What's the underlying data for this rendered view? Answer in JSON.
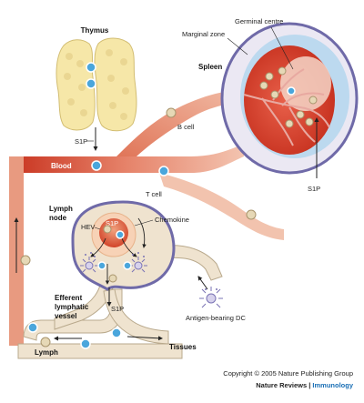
{
  "labels": {
    "thymus": "Thymus",
    "s1p_thymus": "S1P",
    "blood": "Blood",
    "spleen": "Spleen",
    "germinal_centre": "Germinal centre",
    "marginal_zone": "Marginal zone",
    "b_cell": "B cell",
    "t_cell": "T cell",
    "s1p_spleen": "S1P",
    "lymph_node_1": "Lymph",
    "lymph_node_2": "node",
    "hev": "HEV",
    "s1p_hev": "S1P",
    "chemokine": "Chemokine",
    "efferent_1": "Efferent",
    "efferent_2": "lymphatic",
    "efferent_3": "vessel",
    "s1p_efferent": "S1P",
    "antigen_dc": "Antigen-bearing DC",
    "lymph": "Lymph",
    "tissues": "Tissues"
  },
  "credits": {
    "copyright": "Copyright © 2005 Nature Publishing Group",
    "journal_prefix": "Nature Reviews",
    "separator": " | ",
    "journal_name": "Immunology"
  },
  "colors": {
    "blood_dark": "#c8321e",
    "blood_light": "#f0b49e",
    "lymph_vessel": "#efe3cf",
    "lymph_outline": "#b9a98c",
    "thymus": "#f6e7a8",
    "spleen_red": "#d9402b",
    "marginal_zone": "#bcd9ef",
    "capsule": "#6f6aa8",
    "t_cell": "#4aa6dc",
    "b_cell": "#d9c9a4"
  }
}
